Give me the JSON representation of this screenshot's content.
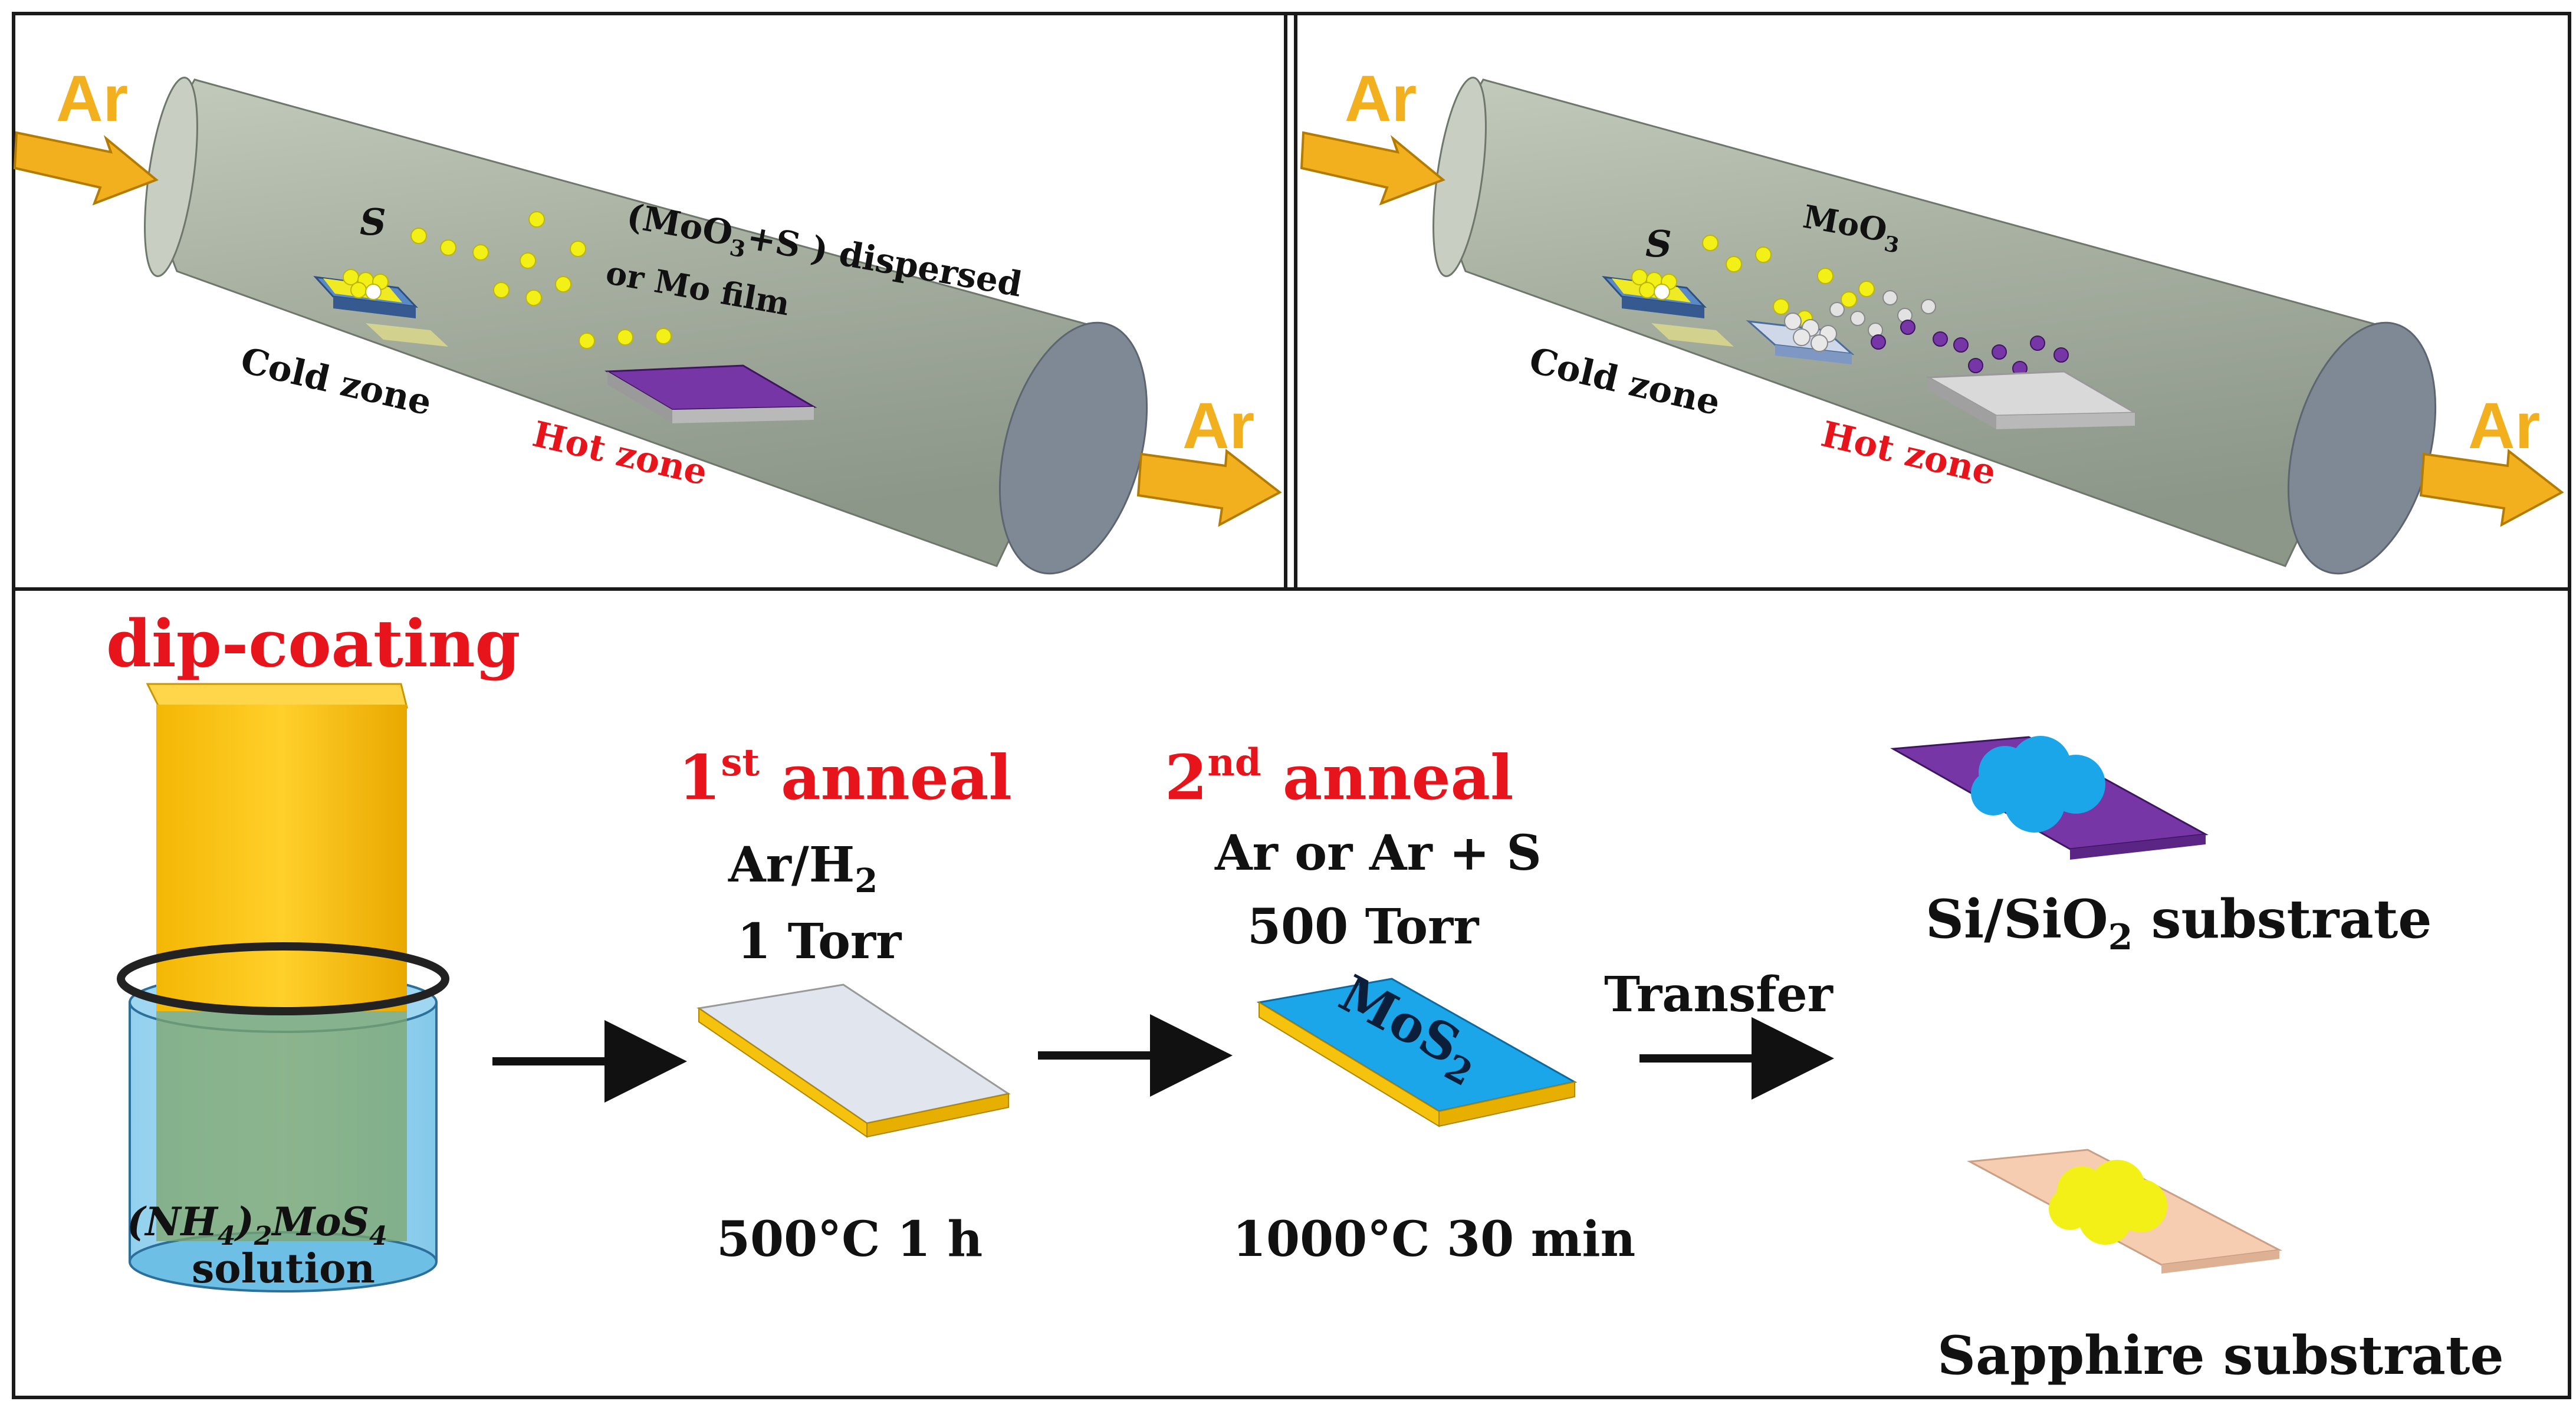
{
  "panel_a": {
    "inlet_label": "Ar",
    "outlet_label": "Ar",
    "sulfur_label": "S",
    "precursor_line1_pre": "(MoO",
    "precursor_line1_sub": "3",
    "precursor_line1_post": "+S ) dispersed",
    "precursor_line2": "or Mo film",
    "cold_zone_label": "Cold zone",
    "hot_zone_label": "Hot zone"
  },
  "panel_b": {
    "inlet_label": "Ar",
    "outlet_label": "Ar",
    "sulfur_label": "S",
    "oxide_label_main": "MoO",
    "oxide_label_sub": "3",
    "cold_zone_label": "Cold zone",
    "hot_zone_label": "Hot zone"
  },
  "panel_c": {
    "dip_title": "dip-coating",
    "solution_formula_a": "(NH",
    "solution_formula_b": "4",
    "solution_formula_c": ")",
    "solution_formula_d": "2",
    "solution_formula_e": "MoS",
    "solution_formula_f": "4",
    "solution_word": "solution",
    "anneal1_number": "1",
    "anneal1_sup": "st",
    "anneal1_word": " anneal",
    "anneal1_gas_main": "Ar/H",
    "anneal1_gas_sub": "2",
    "anneal1_pressure": "1 Torr",
    "anneal1_condition": "500°C 1 h",
    "anneal2_number": "2",
    "anneal2_sup": "nd",
    "anneal2_word": " anneal",
    "anneal2_gas": "Ar or Ar + S",
    "anneal2_pressure": "500 Torr",
    "anneal2_condition": "1000°C 30 min",
    "film_label_main": "MoS",
    "film_label_sub": "2",
    "transfer_label": "Transfer",
    "substrate1_main": "Si/SiO",
    "substrate1_sub": "2",
    "substrate1_post": " substrate",
    "substrate2_label": "Sapphire substrate"
  },
  "colors": {
    "tube": "#a9b2a3",
    "tube_end": "#7e8894",
    "arrow_orange": "#f2b01e",
    "sulfur_yellow": "#f3f018",
    "purple": "#7636a6",
    "red_title": "#e8141c",
    "mos2_blue": "#1aa6e8",
    "gold": "#f5c20d",
    "sapphire_peach": "#f6cdb0"
  }
}
